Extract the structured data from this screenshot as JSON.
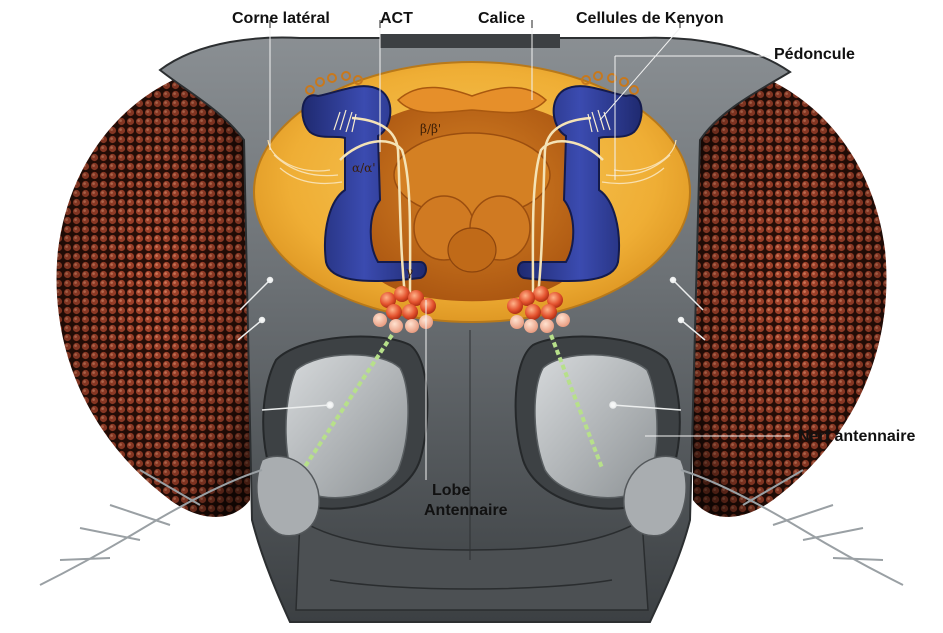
{
  "labels": {
    "lateral_horn": "Corne latéral",
    "act": "ACT",
    "calyx": "Calice",
    "kenyon_cells": "Cellules de Kenyon",
    "peduncle": "Pédoncule",
    "antennal_nerve": "Nerf antennaire",
    "antennal_lobe_line1": "Lobe",
    "antennal_lobe_line2": "Antennaire"
  },
  "lobe_labels": {
    "beta": "β/β'",
    "alpha": "α/α'",
    "gamma": "γ"
  },
  "colors": {
    "eye": "#8b2e1a",
    "head_capsule": "#5e6367",
    "brain_outer": "#f1b43a",
    "brain_inner": "#c56a12",
    "mushroom_body": "#2c3a8f",
    "glomeruli": "#e8563a",
    "antenna": "#9ea3a7"
  }
}
